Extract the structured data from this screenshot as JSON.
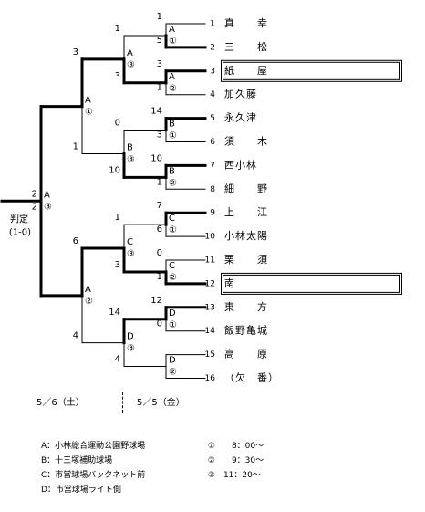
{
  "teams": [
    {
      "seed": "1",
      "name": "真　　幸",
      "highlight": false
    },
    {
      "seed": "2",
      "name": "三　　松",
      "highlight": false
    },
    {
      "seed": "3",
      "name": "紙　　屋",
      "highlight": true
    },
    {
      "seed": "4",
      "name": "加久藤",
      "highlight": false
    },
    {
      "seed": "5",
      "name": "永久津",
      "highlight": false
    },
    {
      "seed": "6",
      "name": "須　　木",
      "highlight": false
    },
    {
      "seed": "7",
      "name": "西小林",
      "highlight": false
    },
    {
      "seed": "8",
      "name": "細　　野",
      "highlight": false
    },
    {
      "seed": "9",
      "name": "上　　江",
      "highlight": false
    },
    {
      "seed": "10",
      "name": "小林太陽",
      "highlight": false
    },
    {
      "seed": "11",
      "name": "栗　　須",
      "highlight": false
    },
    {
      "seed": "12",
      "name": "南",
      "highlight": true
    },
    {
      "seed": "13",
      "name": "東　　方",
      "highlight": false
    },
    {
      "seed": "14",
      "name": "飯野亀城",
      "highlight": false
    },
    {
      "seed": "15",
      "name": "高　　原",
      "highlight": false
    },
    {
      "seed": "16",
      "name": "（欠　番）",
      "highlight": false
    }
  ],
  "round1": [
    {
      "top_score": "1",
      "bottom_score": "5",
      "venue": "A",
      "game": "①"
    },
    {
      "top_score": "3",
      "bottom_score": "1",
      "venue": "A",
      "game": "②"
    },
    {
      "top_score": "14",
      "bottom_score": "3",
      "venue": "B",
      "game": "①"
    },
    {
      "top_score": "10",
      "bottom_score": "1",
      "venue": "B",
      "game": "②"
    },
    {
      "top_score": "7",
      "bottom_score": "6",
      "venue": "C",
      "game": "①"
    },
    {
      "top_score": "0",
      "bottom_score": "1",
      "venue": "C",
      "game": "②"
    },
    {
      "top_score": "12",
      "bottom_score": "0",
      "venue": "D",
      "game": "①"
    },
    {
      "top_score": "",
      "bottom_score": "",
      "venue": "D",
      "game": "②"
    }
  ],
  "round2": [
    {
      "top_score": "1",
      "bottom_score": "3",
      "venue": "A",
      "game": "③"
    },
    {
      "top_score": "0",
      "bottom_score": "10",
      "venue": "B",
      "game": "③"
    },
    {
      "top_score": "1",
      "bottom_score": "3",
      "venue": "C",
      "game": "③"
    },
    {
      "top_score": "14",
      "bottom_score": "4",
      "venue": "D",
      "game": "③"
    }
  ],
  "semis": [
    {
      "top_score": "3",
      "bottom_score": "1",
      "venue": "A",
      "game": "①"
    },
    {
      "top_score": "6",
      "bottom_score": "4",
      "venue": "A",
      "game": "②"
    }
  ],
  "final": {
    "top_score": "2",
    "bottom_score": "2",
    "venue": "A",
    "game": "③",
    "note1": "判定",
    "note2": "(1-0)"
  },
  "dates": {
    "left": "5／6（土）",
    "right": "5／5（金）"
  },
  "legend": [
    {
      "venue": "A：小林総合運動公園野球場",
      "time": "①　　8：00～"
    },
    {
      "venue": "B：十三塚補助球場",
      "time": "②　　9：30～"
    },
    {
      "venue": "C：市営球場バックネット前",
      "time": "③　11：20～"
    },
    {
      "venue": "D：市営球場ライト側",
      "time": ""
    }
  ]
}
